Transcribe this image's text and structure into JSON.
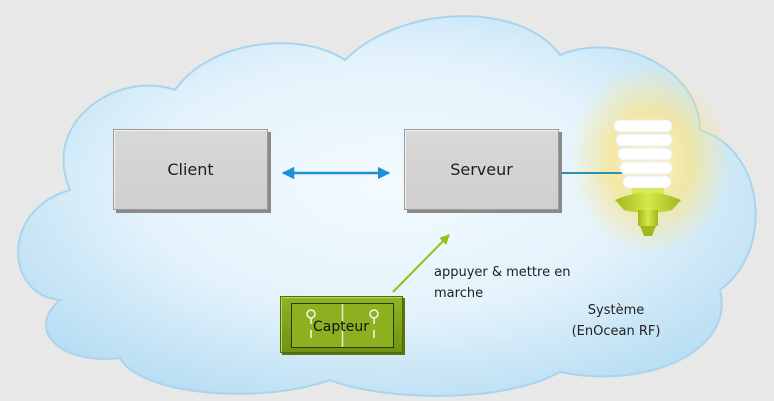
{
  "diagram": {
    "nodes": {
      "client": {
        "label": "Client"
      },
      "server": {
        "label": "Serveur"
      },
      "sensor": {
        "label": "Capteur"
      }
    },
    "edges": [
      {
        "from": "client",
        "to": "server",
        "style": "double-arrow",
        "color": "#1f8fd6"
      },
      {
        "from": "sensor",
        "to": "server",
        "style": "arrow",
        "color": "#8cc21a",
        "label": "appuyer & mettre en marche"
      },
      {
        "from": "server",
        "to": "lightbulb",
        "style": "line",
        "color": "#2a8fb0"
      }
    ],
    "action_label": "appuyer & mettre en marche",
    "system_label": {
      "line1": "Système",
      "line2": "(EnOcean RF)"
    },
    "colors": {
      "cloud_fill": "#c3e4f6",
      "cloud_center": "#f1f9fe",
      "sensor_green": "#7fa61a",
      "bulb_socket": "#b6cc22",
      "bulb_glow": "#f6e17a"
    },
    "icons": [
      "cloud-icon",
      "lightbulb-icon"
    ]
  }
}
